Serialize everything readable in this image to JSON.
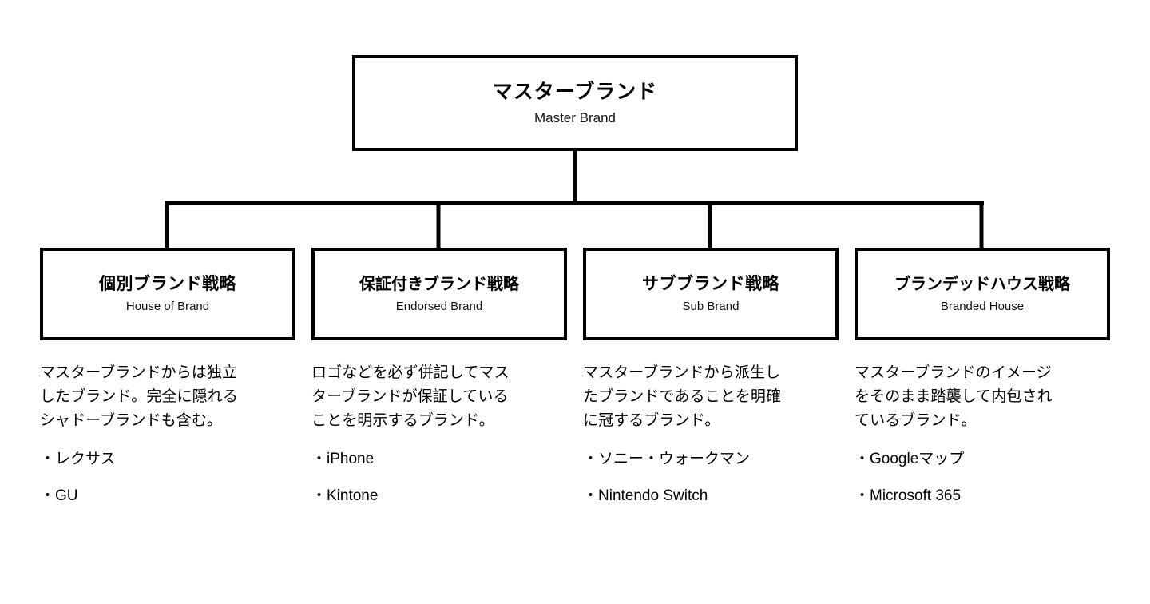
{
  "diagram": {
    "type": "hierarchy-tree",
    "title_ja": "マスターブランド",
    "colors": {
      "line": "#000000",
      "text": "#000000",
      "background": "#ffffff"
    }
  },
  "master": {
    "title": "マスターブランド",
    "subtitle": "Master Brand"
  },
  "strategies": [
    {
      "title": "個別ブランド戦略",
      "subtitle": "House of Brand",
      "description": "マスターブランドからは独立\nしたブランド。完全に隠れる\nシャドーブランドも含む。",
      "examples": [
        "・レクサス",
        "・GU"
      ]
    },
    {
      "title": "保証付きブランド戦略",
      "subtitle": "Endorsed Brand",
      "description": "ロゴなどを必ず併記してマス\nターブランドが保証している\nことを明示するブランド。",
      "examples": [
        "・iPhone",
        "・Kintone"
      ]
    },
    {
      "title": "サブブランド戦略",
      "subtitle": "Sub Brand",
      "description": "マスターブランドから派生し\nたブランドであることを明確\nに冠するブランド。",
      "examples": [
        "・ソニー・ウォークマン",
        "・Nintendo Switch"
      ]
    },
    {
      "title": "ブランデッドハウス戦略",
      "subtitle": "Branded House",
      "description": "マスターブランドのイメージ\nをそのまま踏襲して内包され\nているブランド。",
      "examples": [
        "・Googleマップ",
        "・Microsoft 365"
      ]
    }
  ]
}
